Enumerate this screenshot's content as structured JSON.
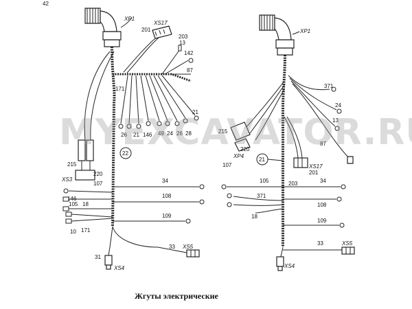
{
  "caption": "Жгуты электрические",
  "watermark": "MYEXCAVATOR.RU",
  "corner_mark": "42",
  "left_harness": {
    "number": "22",
    "connectors": {
      "xp1": "XP1",
      "xs17": "XS17",
      "xs3": "XS3",
      "xs4": "XS4",
      "xs5": "XS5"
    },
    "wires": {
      "w201": "201",
      "w203": "203",
      "w13": "13",
      "w142": "142",
      "w87": "87",
      "w171a": "171",
      "w26a": "26",
      "w21a": "21",
      "w146a": "146",
      "w49": "49",
      "w24": "24",
      "w26b": "26",
      "w28": "28",
      "w21b": "21",
      "w215": "215",
      "w220": "220",
      "w107": "107",
      "w146b": "146",
      "w105": "105",
      "w18": "18",
      "w10": "10",
      "w171b": "171",
      "w34": "34",
      "w108": "108",
      "w109": "109",
      "w33": "33",
      "w31": "31"
    }
  },
  "right_harness": {
    "number": "21",
    "connectors": {
      "xp1": "XP1",
      "xp4": "XP4",
      "xs17": "XS17",
      "xs4": "XS4",
      "xs5": "XS5"
    },
    "wires": {
      "w371a": "371",
      "w24": "24",
      "w13": "13",
      "w87": "87",
      "w215": "215",
      "w220": "220",
      "w107": "107",
      "w203": "203",
      "w201": "201",
      "w105": "105",
      "w34": "34",
      "w371b": "371",
      "w108": "108",
      "w18": "18",
      "w109": "109",
      "w33": "33"
    }
  }
}
